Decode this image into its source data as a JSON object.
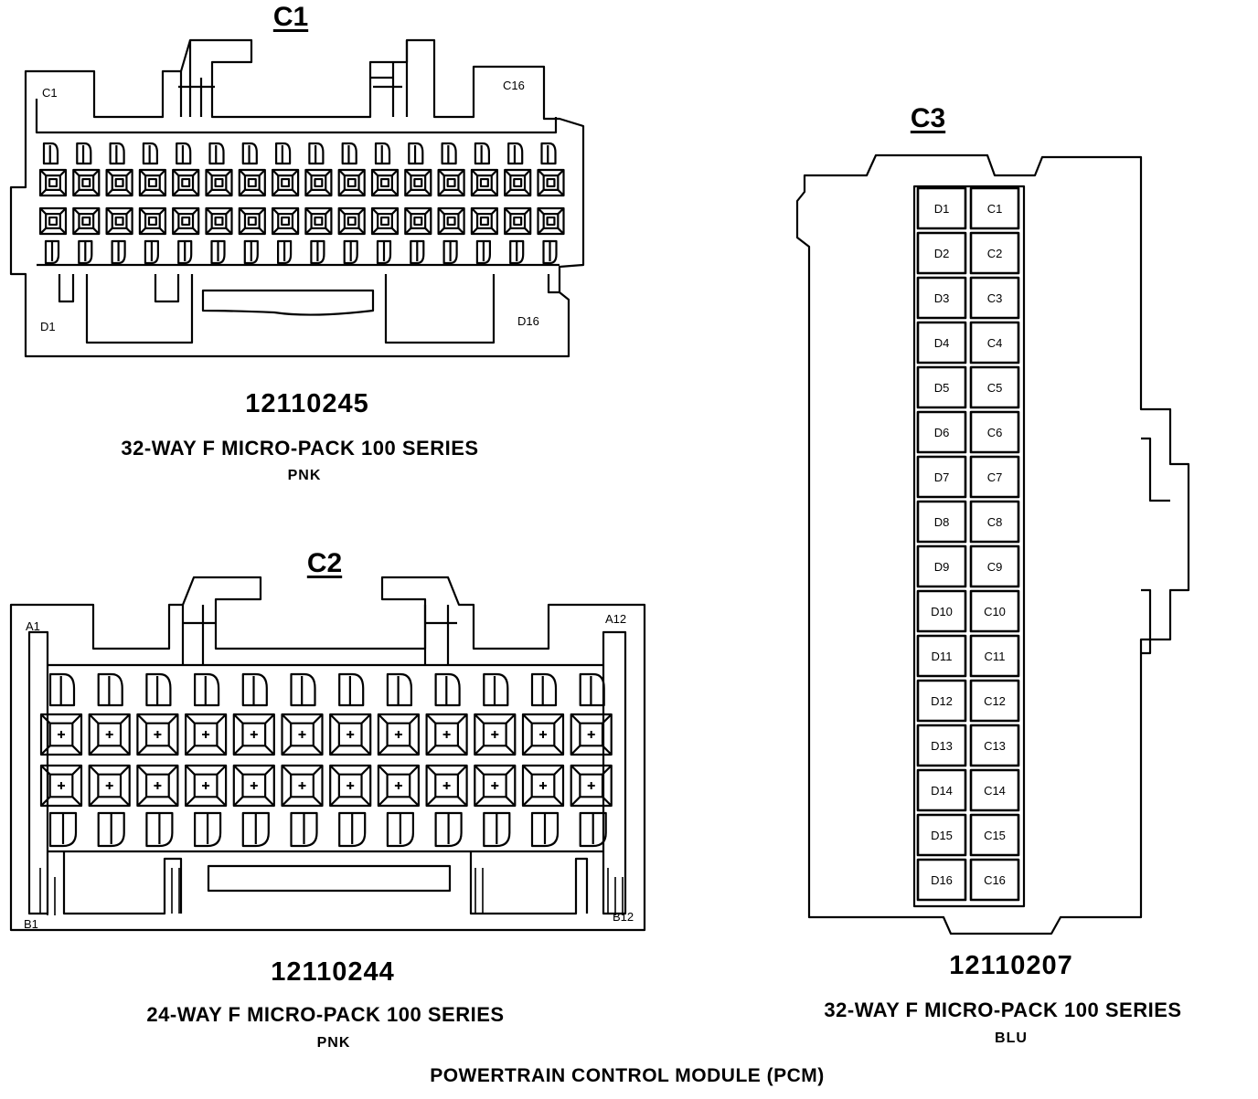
{
  "module_title": "POWERTRAIN CONTROL MODULE  (PCM)",
  "connectors": {
    "c1": {
      "title": "C1",
      "part_number": "12110245",
      "description": "32-WAY F MICRO-PACK 100 SERIES",
      "color": "PNK",
      "corner_labels": {
        "top_left": "C1",
        "top_right": "C16",
        "bottom_left": "D1",
        "bottom_right": "D16"
      }
    },
    "c2": {
      "title": "C2",
      "part_number": "12110244",
      "description": "24-WAY F MICRO-PACK 100 SERIES",
      "color": "PNK",
      "corner_labels": {
        "top_left": "A1",
        "top_right": "A12",
        "bottom_left": "B1",
        "bottom_right": "B12"
      }
    },
    "c3": {
      "title": "C3",
      "part_number": "12110207",
      "description": "32-WAY F MICRO-PACK 100 SERIES",
      "color": "BLU",
      "pins": [
        [
          "D1",
          "C1"
        ],
        [
          "D2",
          "C2"
        ],
        [
          "D3",
          "C3"
        ],
        [
          "D4",
          "C4"
        ],
        [
          "D5",
          "C5"
        ],
        [
          "D6",
          "C6"
        ],
        [
          "D7",
          "C7"
        ],
        [
          "D8",
          "C8"
        ],
        [
          "D9",
          "C9"
        ],
        [
          "D10",
          "C10"
        ],
        [
          "D11",
          "C11"
        ],
        [
          "D12",
          "C12"
        ],
        [
          "D13",
          "C13"
        ],
        [
          "D14",
          "C14"
        ],
        [
          "D15",
          "C15"
        ],
        [
          "D16",
          "C16"
        ]
      ]
    }
  }
}
